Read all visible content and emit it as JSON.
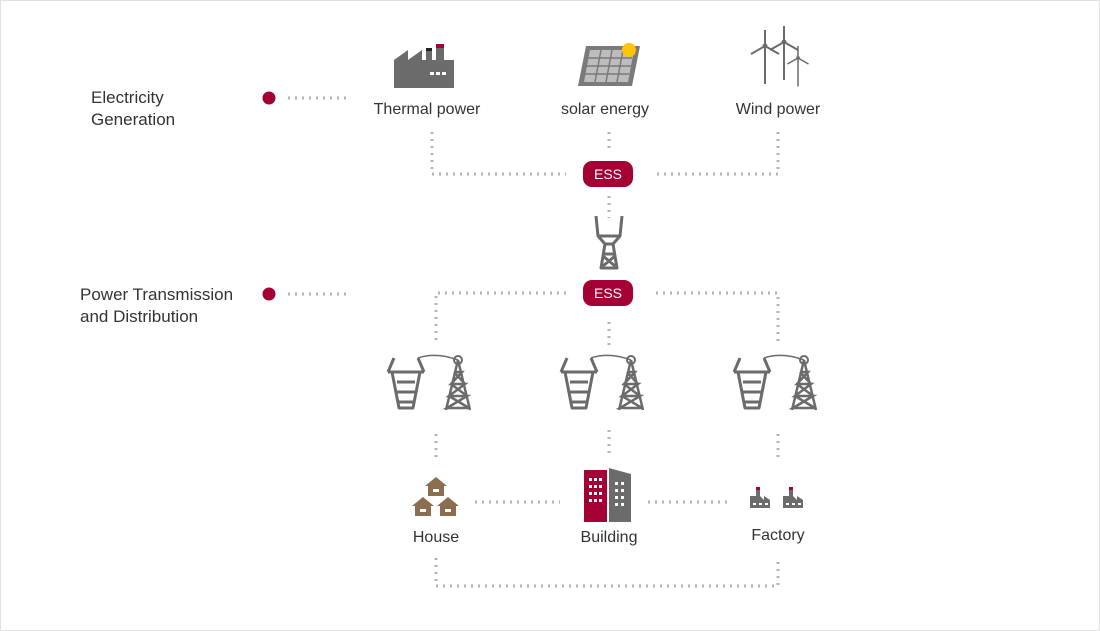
{
  "colors": {
    "accent": "#a50034",
    "icon": "#6b6b6b",
    "house": "#8c6d4f",
    "sun": "#ffc400",
    "dots": "#b3b3b3",
    "text": "#333333"
  },
  "sections": {
    "generation": {
      "line1": "Electricity",
      "line2": "Generation"
    },
    "transmission": {
      "line1": "Power Transmission",
      "line2": "and Distribution"
    }
  },
  "sources": {
    "thermal": {
      "label": "Thermal power",
      "icon": "factory-icon"
    },
    "solar": {
      "label": "solar energy",
      "icon": "solar-panel-icon"
    },
    "wind": {
      "label": "Wind power",
      "icon": "wind-turbine-icon"
    }
  },
  "ess": {
    "top": "ESS",
    "mid": "ESS"
  },
  "consumers": {
    "house": {
      "label": "House",
      "icon": "house-icon"
    },
    "building": {
      "label": "Building",
      "icon": "building-icon"
    },
    "factory": {
      "label": "Factory",
      "icon": "factory-icon"
    }
  }
}
